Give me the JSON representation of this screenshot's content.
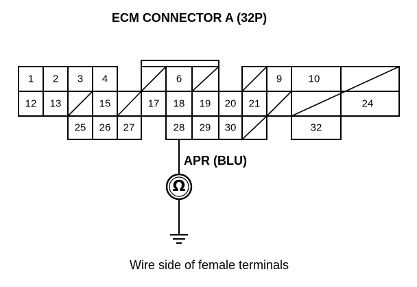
{
  "title": "ECM CONNECTOR A (32P)",
  "probe_terminal_label": "APR (BLU)",
  "meter_symbol": "Ω",
  "caption": "Wire side of female terminals",
  "connector": {
    "row1": [
      "1",
      "2",
      "3",
      "4",
      "",
      "",
      "6",
      "",
      "",
      "",
      "9",
      "10"
    ],
    "row2": [
      "12",
      "13",
      "",
      "15",
      "",
      "17",
      "18",
      "19",
      "20",
      "21",
      "",
      "24"
    ],
    "row3": [
      "25",
      "26",
      "27",
      "28",
      "29",
      "30",
      "",
      "32"
    ]
  },
  "colors": {
    "line": "#000000",
    "background": "#ffffff"
  }
}
